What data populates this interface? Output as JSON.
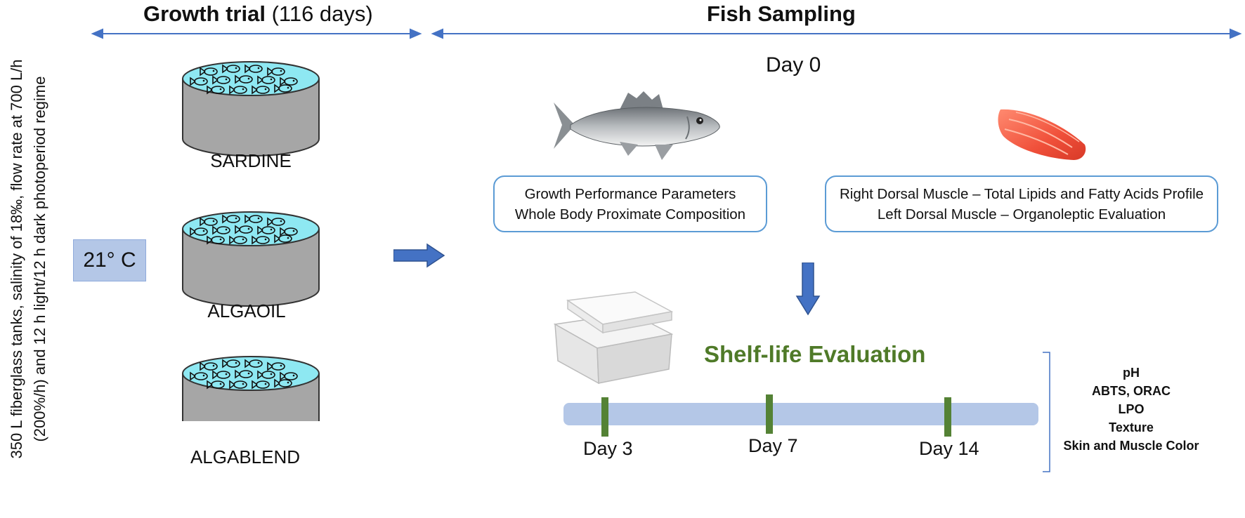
{
  "header": {
    "growth_bold": "Growth trial",
    "growth_rest": " (116 days)",
    "sampling": "Fish Sampling"
  },
  "side_conditions": {
    "line1": "350 L fiberglass tanks, salinity of 18‰, flow rate at 700 L/h",
    "line2": "(200%/h) and 12 h light/12 h dark photoperiod regime"
  },
  "temperature": "21° C",
  "tanks": [
    "SARDINE",
    "ALGAOIL",
    "ALGABLEND"
  ],
  "day0": "Day 0",
  "box_left": {
    "line1": "Growth Performance Parameters",
    "line2": "Whole Body Proximate Composition"
  },
  "box_right": {
    "line1": "Right Dorsal Muscle – Total Lipids and Fatty Acids Profile",
    "line2": "Left Dorsal Muscle – Organoleptic Evaluation"
  },
  "shelf_life_title": "Shelf-life Evaluation",
  "timeline_days": [
    "Day 3",
    "Day 7",
    "Day 14"
  ],
  "parameters": [
    "pH",
    "ABTS, ORAC",
    "LPO",
    "Texture",
    "Skin and Muscle Color"
  ],
  "colors": {
    "arrow_blue": "#4472c4",
    "water": "#8ee8f2",
    "tank_gray": "#a6a6a6",
    "timeline": "#b4c7e7",
    "tick_green": "#548235",
    "title_green": "#4f7a28",
    "box_border": "#5b9bd5"
  }
}
